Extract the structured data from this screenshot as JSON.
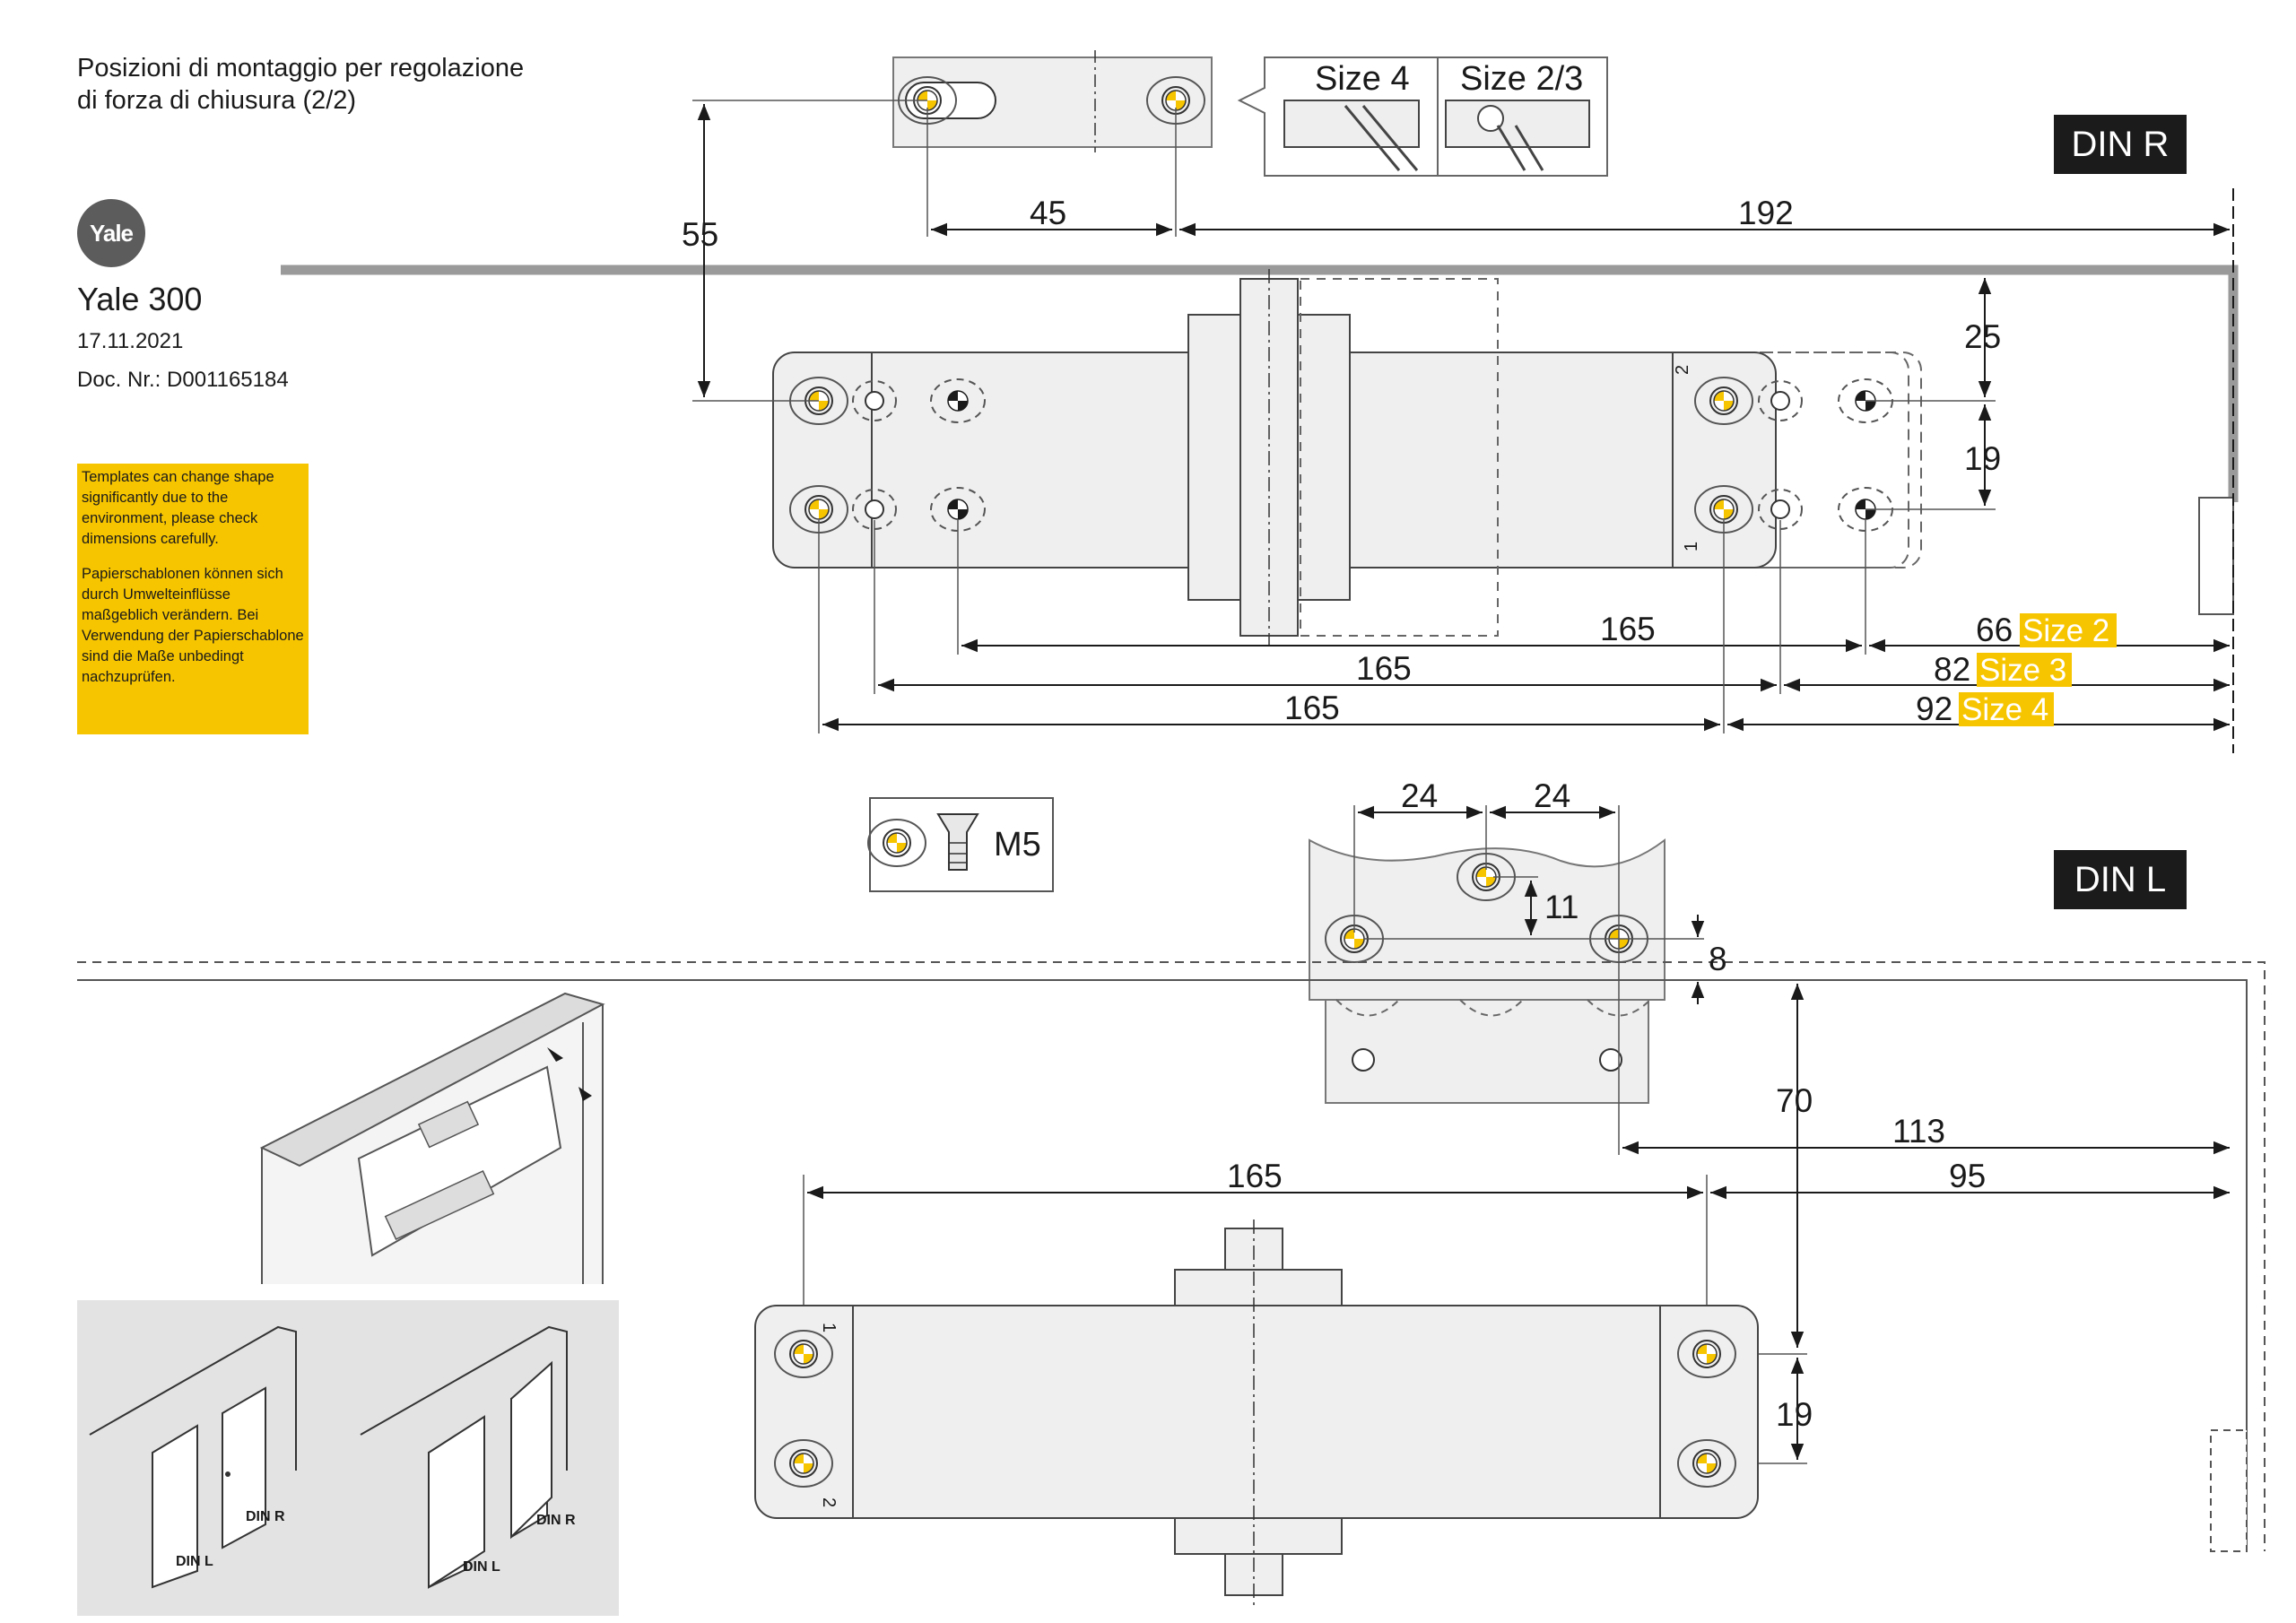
{
  "header": {
    "title_line1": "Posizioni di montaggio per regolazione",
    "title_line2": "di forza di chiusura (2/2)",
    "logo_text": "Yale",
    "product": "Yale 300",
    "date": "17.11.2021",
    "doc_nr": "Doc. Nr.: D001165184"
  },
  "note": {
    "en": "Templates can change shape significantly due to the environment, please check dimensions carefully.",
    "de": "Papierschablonen können sich durch Umwelteinflüsse maßgeblich verändern. Bei Verwendung der Papierschablone sind die Maße unbedingt nachzuprüfen."
  },
  "badges": {
    "din_r": "DIN R",
    "din_l": "DIN L"
  },
  "size_inset": {
    "left": "Size 4",
    "right": "Size 2/3"
  },
  "screw": {
    "label": "M5"
  },
  "din_r": {
    "dim_55": "55",
    "dim_45": "45",
    "dim_192": "192",
    "dim_25": "25",
    "dim_19": "19",
    "row1": {
      "left": "165",
      "right": "66",
      "size": "Size 2"
    },
    "row2": {
      "left": "165",
      "right": "82",
      "size": "Size 3"
    },
    "row3": {
      "left": "165",
      "right": "92",
      "size": "Size 4"
    },
    "hole_top": "2",
    "hole_bottom": "1"
  },
  "din_l": {
    "dim_24a": "24",
    "dim_24b": "24",
    "dim_11": "11",
    "dim_8": "8",
    "dim_70": "70",
    "dim_113": "113",
    "dim_165": "165",
    "dim_95": "95",
    "dim_19": "19",
    "hole_top": "1",
    "hole_bottom": "2"
  },
  "illustration": {
    "din_l": "DIN L",
    "din_r": "DIN R"
  },
  "colors": {
    "accent": "#f7c500",
    "badge": "#1b1b1b",
    "frame": "#9a9a9a",
    "logo": "#5c5c5c"
  }
}
